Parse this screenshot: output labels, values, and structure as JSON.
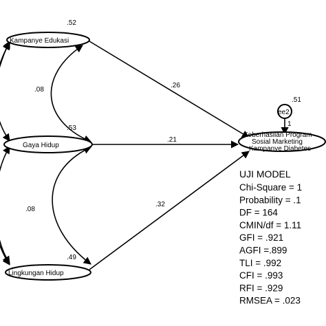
{
  "nodes": {
    "kampanye": {
      "label": "Kampanye Edukasi",
      "r2": ".52"
    },
    "gaya": {
      "label": "Gaya Hidup",
      "r2": ".53"
    },
    "lingkungan": {
      "label": "Lingkungan Hidup",
      "r2": ".49"
    },
    "outcome": {
      "label_lines": [
        "Keberhasilan Program",
        "Sosial Marketing",
        "Kampanye Diabetes"
      ]
    },
    "error": {
      "label": "ee2",
      "variance": ".51",
      "path": "1"
    }
  },
  "paths": {
    "kampanye_to_outcome": ".26",
    "gaya_to_outcome": ".21",
    "lingkungan_to_outcome": ".32"
  },
  "correlations": {
    "kampanye_gaya": ".08",
    "gaya_lingkungan": ".08"
  },
  "fit": {
    "title": "UJI MODEL",
    "lines": [
      "Chi-Square = 1",
      "Probability = .1",
      "DF = 164",
      "CMIN/df = 1.11",
      "GFI = .921",
      "AGFI =.899",
      "TLI = .992",
      "CFI = .993",
      "RFI = .929",
      "RMSEA = .023"
    ]
  }
}
